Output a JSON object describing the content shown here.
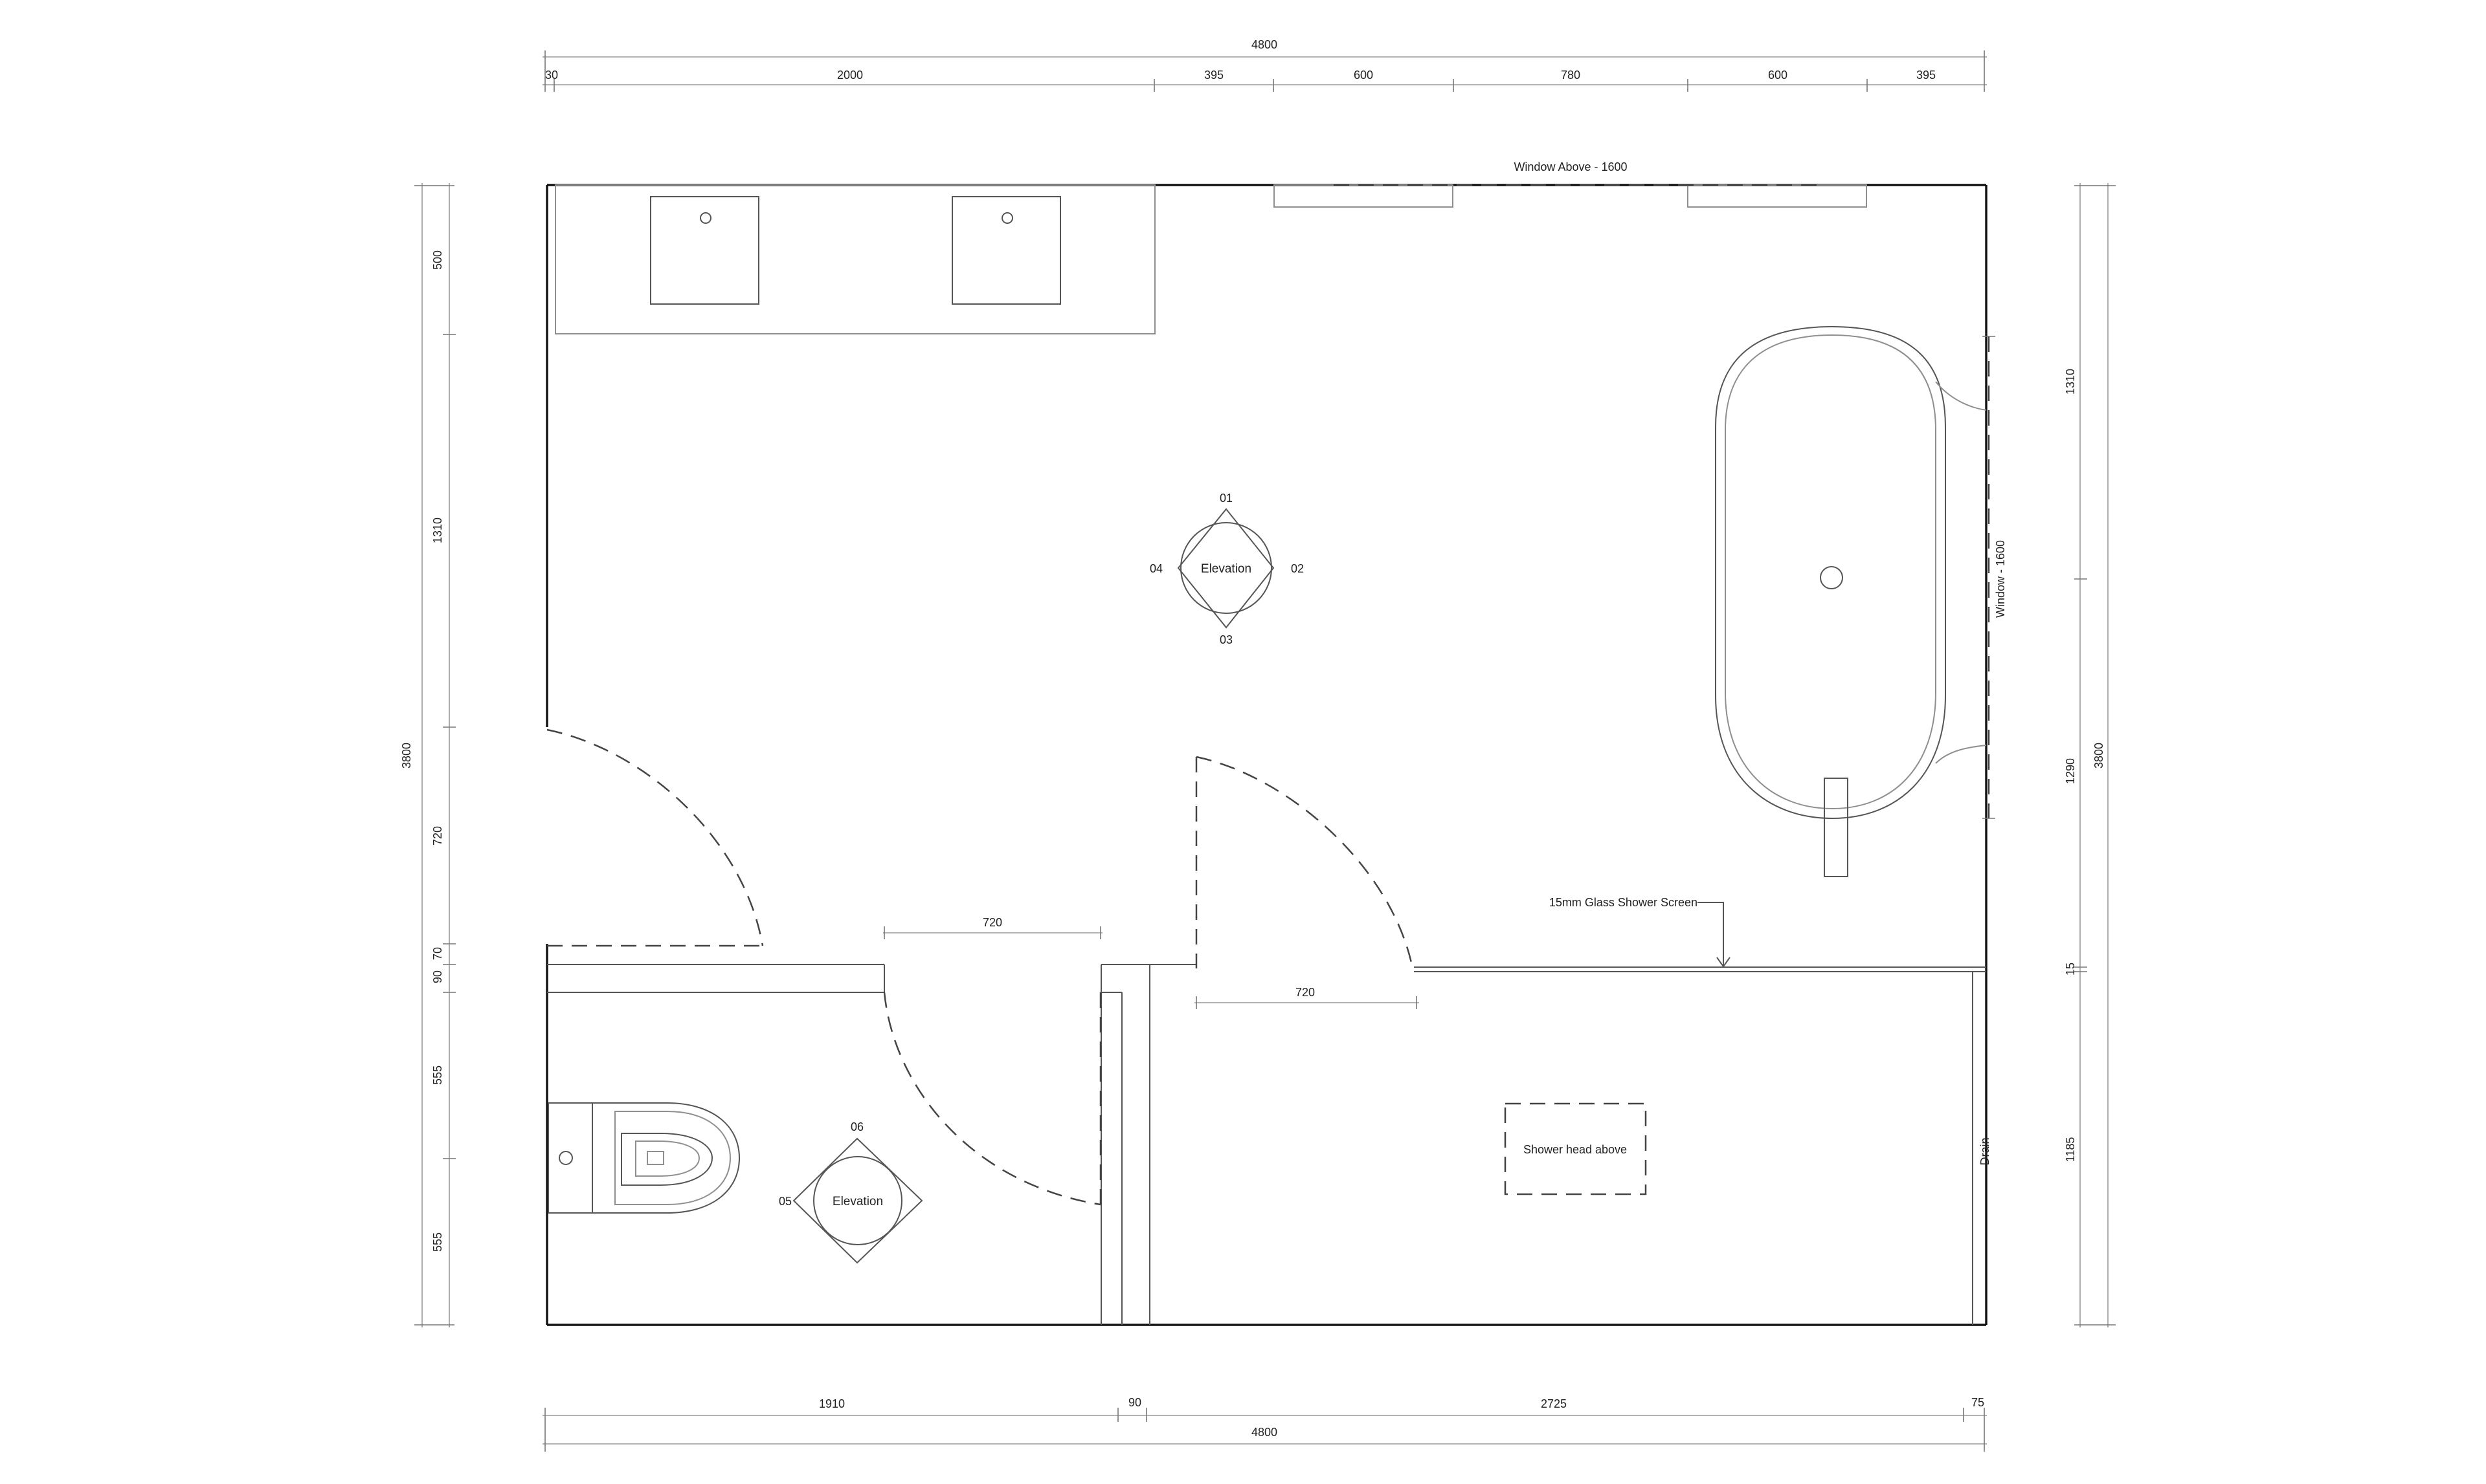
{
  "dimensions": {
    "top_overall": "4800",
    "top_segments": [
      "30",
      "2000",
      "395",
      "600",
      "780",
      "600",
      "395"
    ],
    "bottom_segments": [
      "1910",
      "90",
      "2725",
      "75"
    ],
    "bottom_overall": "4800",
    "left_overall": "3800",
    "left_segments": [
      "500",
      "1310",
      "720",
      "70",
      "90",
      "555",
      "555"
    ],
    "right_overall": "3800",
    "right_segments": [
      "1310",
      "1290",
      "15",
      "1185"
    ],
    "door_widths": [
      "720",
      "720"
    ]
  },
  "labels": {
    "window_above": "Window Above - 1600",
    "window_side": "Window - 1600",
    "shower_screen": "15mm Glass Shower Screen",
    "shower_head": "Shower head above",
    "drain": "Drain"
  },
  "elevation_markers": [
    {
      "label": "Elevation",
      "refs": [
        "01",
        "02",
        "03",
        "04"
      ]
    },
    {
      "label": "Elevation",
      "refs": [
        "05",
        "06"
      ]
    }
  ]
}
